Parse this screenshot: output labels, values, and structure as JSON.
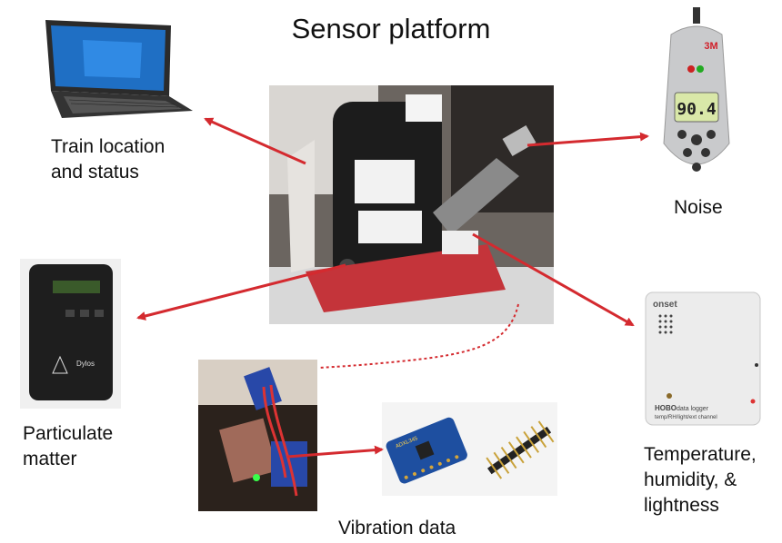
{
  "diagram": {
    "title": "Sensor platform",
    "labels": {
      "train": [
        "Train location",
        "and status"
      ],
      "noise": "Noise",
      "particulate": [
        "Particulate",
        "matter"
      ],
      "temperature": [
        "Temperature,",
        "humidity, &",
        "lightness"
      ],
      "vibration": "Vibration data"
    },
    "device_text": {
      "meter_reading": "90.4",
      "meter_brand": "3M",
      "logger_brand": "onset",
      "logger_model": "HOBO",
      "logger_desc_1": "data logger",
      "logger_desc_2": "temp/RH/light/ext channel",
      "breakout_text": "ADXL345",
      "dylos_text": "Dylos"
    },
    "colors": {
      "arrow": "#d42a2f",
      "text": "#111111"
    }
  }
}
